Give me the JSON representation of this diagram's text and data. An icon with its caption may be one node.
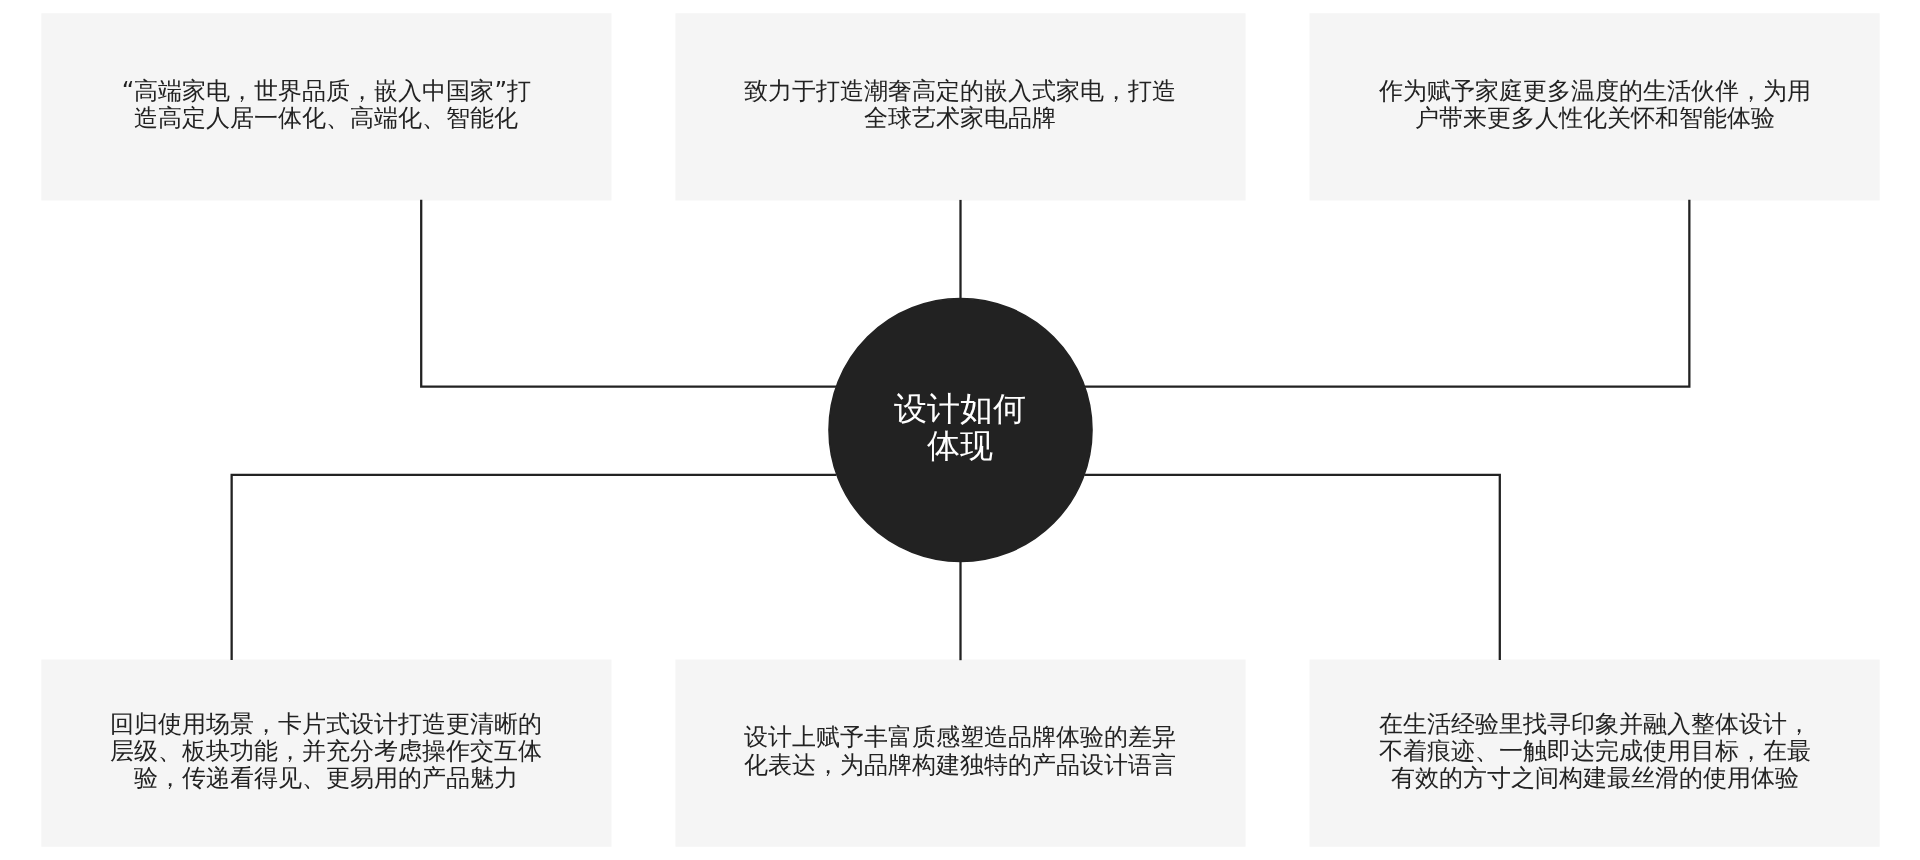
{
  "diagram": {
    "nodes": [
      {
        "text": [
          "“高端家电，世界品质，嵌入中国家”打造高定人居一体化、高端化、智能化"
        ]
      },
      {
        "text": [
          "致力于打造潮奢高定的嵌入式家电，打造全球艺术家电品牌"
        ]
      },
      {
        "text": [
          "作为赋予家庭更多温度的生活伙伴，为用户带来更多人性化关怀和智能体验"
        ]
      },
      {
        "text": [
          "设计如何体现"
        ]
      },
      {
        "text": [
          "回归使用场景，卡片式设计打造更清晰的层级、板块功能，并充分考虑操作交互体验，传递看得见、更易用的产品魅力"
        ]
      },
      {
        "text": [
          "设计上赋予丰富质感塑造品牌体验的差异化表达，为品牌构建独特的产品设计语言"
        ]
      },
      {
        "text": [
          "在生活经验里找寻印象并融入整体设计，不着痕迹、一触即达完成使用目标，在最有效的方寸之间构建最丝滑的使用体验"
        ]
      }
    ],
    "edges": [
      {
        "from": 0,
        "to": 3,
        "arrow": "none"
      },
      {
        "from": 1,
        "to": 3,
        "arrow": "none"
      },
      {
        "from": 2,
        "to": 3,
        "arrow": "none"
      },
      {
        "from": 3,
        "to": 4,
        "arrow": "none"
      },
      {
        "from": 3,
        "to": 5,
        "arrow": "none"
      },
      {
        "from": 3,
        "to": 6,
        "arrow": "none"
      }
    ]
  }
}
